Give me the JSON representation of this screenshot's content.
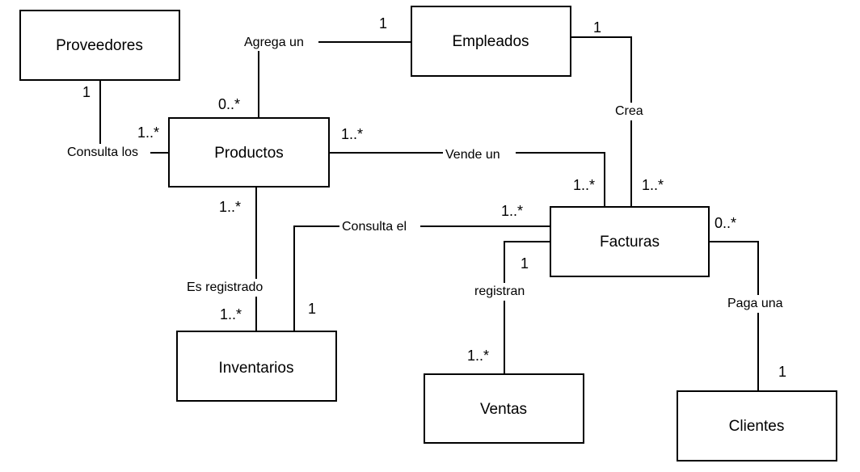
{
  "entities": {
    "proveedores": "Proveedores",
    "empleados": "Empleados",
    "productos": "Productos",
    "facturas": "Facturas",
    "inventarios": "Inventarios",
    "ventas": "Ventas",
    "clientes": "Clientes"
  },
  "relationships": {
    "agrega_un": "Agrega un",
    "consulta_los": "Consulta los",
    "crea": "Crea",
    "vende_un": "Vende un",
    "consulta_el": "Consulta el",
    "es_registrado": "Es registrado",
    "registran": "registran",
    "paga_una": "Paga una"
  },
  "multiplicities": {
    "empleados_agrega": "1",
    "productos_agrega": "0..*",
    "proveedores_consulta": "1",
    "productos_consulta": "1..*",
    "empleados_crea": "1",
    "facturas_crea": "1..*",
    "productos_vende": "1..*",
    "facturas_vende": "1..*",
    "facturas_consulta": "1..*",
    "inventarios_consulta": "1",
    "productos_registrado": "1..*",
    "inventarios_registrado": "1..*",
    "facturas_registran": "1",
    "ventas_registran": "1..*",
    "facturas_paga": "0..*",
    "clientes_paga": "1"
  }
}
